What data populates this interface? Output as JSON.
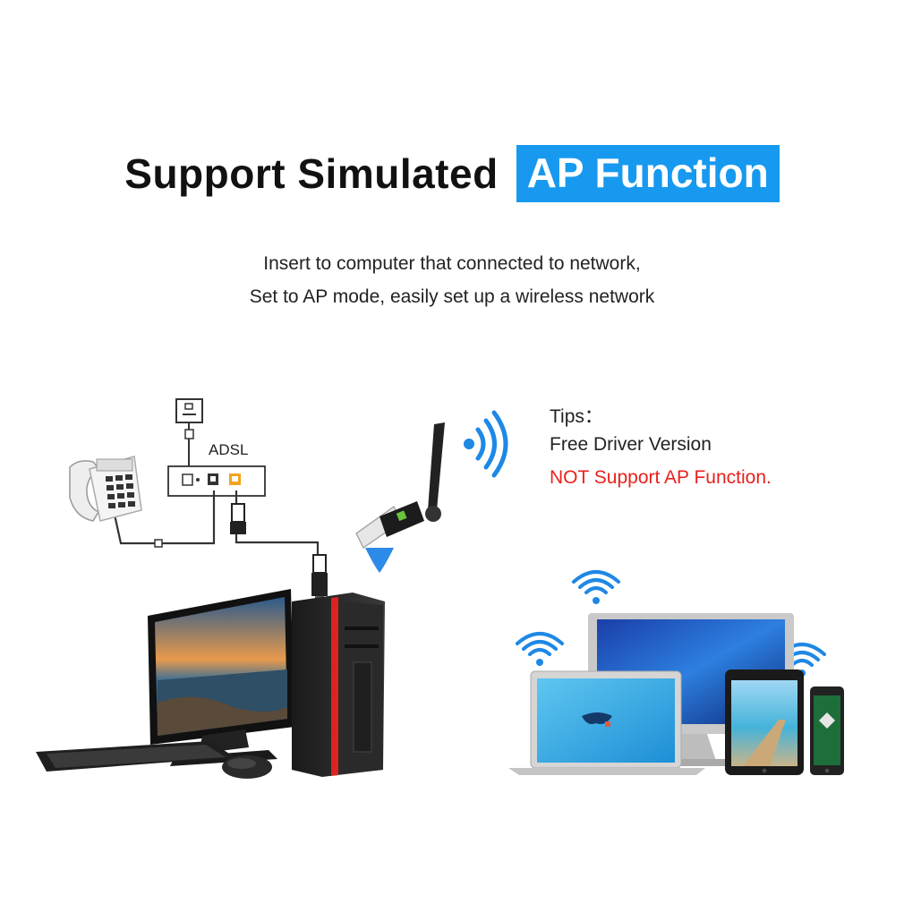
{
  "header": {
    "title_main": "Support Simulated",
    "title_highlight": "AP Function",
    "highlight_color": "#1799f0"
  },
  "subtitle": {
    "line1": "Insert to computer that connected to network,",
    "line2": "Set to AP mode, easily set up a wireless network"
  },
  "tips": {
    "heading": "Tips：",
    "line1": "Free Driver Version",
    "line2": "NOT Support AP Function.",
    "warning_color": "#e8211d"
  },
  "diagram": {
    "adsl_label": "ADSL",
    "icons": [
      "power-outlet-icon",
      "adsl-modem-icon",
      "telephone-icon",
      "usb-wifi-adapter-icon",
      "wifi-signal-icon",
      "desktop-computer-icon",
      "keyboard-icon",
      "mouse-icon",
      "laptop-icon",
      "monitor-icon",
      "tablet-icon",
      "smartphone-icon"
    ]
  }
}
